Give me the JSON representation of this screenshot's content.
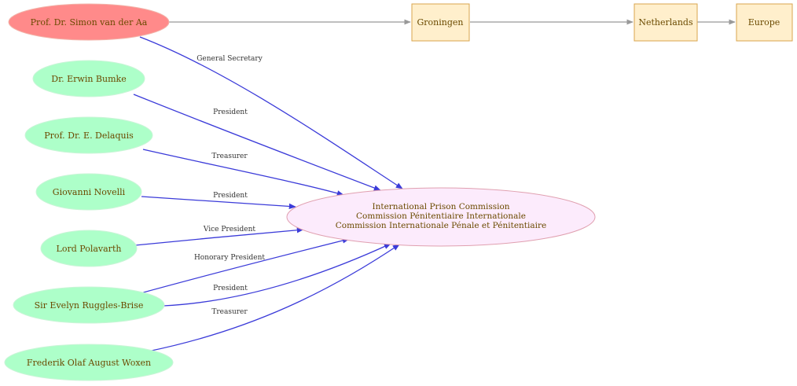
{
  "colors": {
    "person_fill": "#adffc9",
    "person_stroke": "#c8f5d6",
    "highlight_fill": "#ff8a8a",
    "highlight_stroke": "#f2b2a8",
    "place_fill": "#ffefcc",
    "place_stroke": "#d9a64e",
    "hub_fill": "#fcebfc",
    "hub_stroke": "#e0a0b0",
    "role_edge": "#3b3bd9",
    "location_edge": "#999999",
    "text": "#6b4a00"
  },
  "people": [
    {
      "id": "aa",
      "label": "Prof. Dr. Simon van der Aa",
      "highlight": true
    },
    {
      "id": "bumke",
      "label": "Dr. Erwin Bumke"
    },
    {
      "id": "delaquis",
      "label": "Prof. Dr. E. Delaquis"
    },
    {
      "id": "novelli",
      "label": "Giovanni Novelli"
    },
    {
      "id": "polavarth",
      "label": "Lord Polavarth"
    },
    {
      "id": "ruggles",
      "label": "Sir Evelyn Ruggles-Brise"
    },
    {
      "id": "woxen",
      "label": "Frederik Olaf August Woxen"
    }
  ],
  "places": [
    {
      "id": "groningen",
      "label": "Groningen"
    },
    {
      "id": "netherlands",
      "label": "Netherlands"
    },
    {
      "id": "europe",
      "label": "Europe"
    }
  ],
  "hub": {
    "id": "ipc",
    "lines": [
      "International Prison Commission",
      "Commission Pénitentiaire Internationale",
      "Commission Internationale Pénale et Pénitentiaire"
    ]
  },
  "edges": [
    {
      "id": "aa-ipc",
      "label": "General Secretary"
    },
    {
      "id": "bumke-ipc",
      "label": "President"
    },
    {
      "id": "delaquis-ipc",
      "label": "Treasurer"
    },
    {
      "id": "novelli-ipc",
      "label": "President"
    },
    {
      "id": "polavarth-ipc",
      "label": "Vice President"
    },
    {
      "id": "ruggles-ipc-1",
      "label": "Honorary President"
    },
    {
      "id": "ruggles-ipc-2",
      "label": "President"
    },
    {
      "id": "woxen-ipc",
      "label": "Treasurer"
    }
  ]
}
